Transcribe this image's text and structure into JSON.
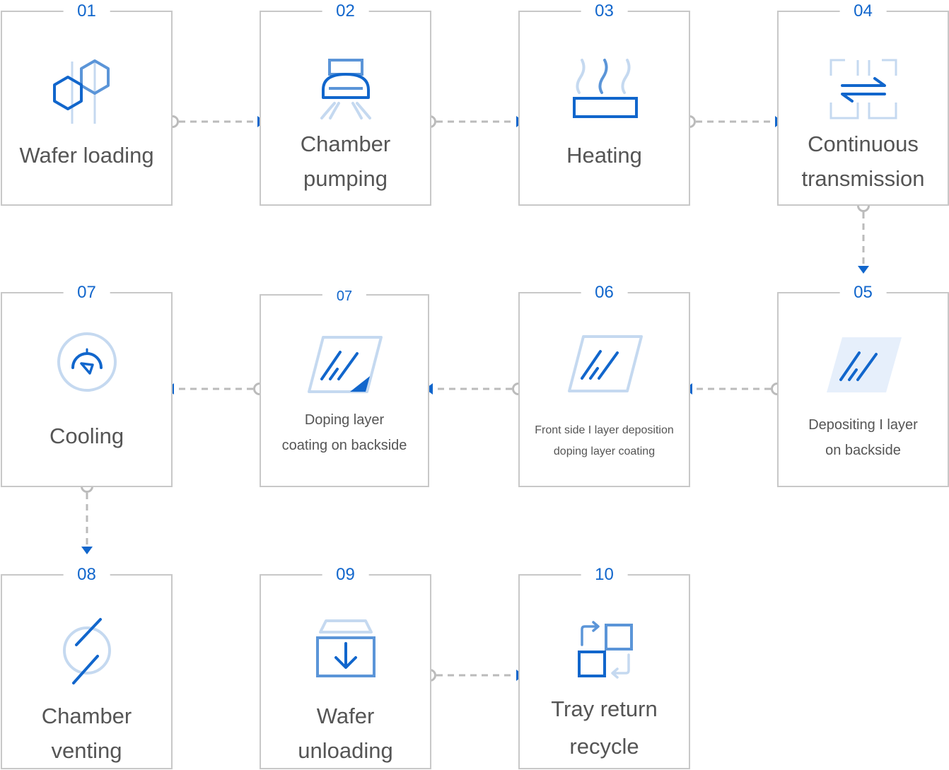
{
  "colors": {
    "blue": "#1166cc",
    "mid_blue": "#5b95d8",
    "light_blue": "#c5d9f0",
    "border": "#c8c8c8",
    "connector": "#bbbbbb",
    "text": "#555555"
  },
  "steps": [
    {
      "number": "01",
      "lines": [
        "Wafer loading"
      ],
      "icon": "hexagon-molecule-icon"
    },
    {
      "number": "02",
      "lines": [
        "Chamber",
        "pumping"
      ],
      "icon": "vacuum-hood-icon"
    },
    {
      "number": "03",
      "lines": [
        "Heating"
      ],
      "icon": "heating-plate-icon"
    },
    {
      "number": "04",
      "lines": [
        "Continuous",
        "transmission"
      ],
      "icon": "transfer-arrows-icon"
    },
    {
      "number": "05",
      "lines": [
        "Depositing I layer",
        "on backside"
      ],
      "icon": "glass-panel-filled-icon"
    },
    {
      "number": "06",
      "lines": [
        "Front side I layer deposition",
        "doping layer coating"
      ],
      "icon": "glass-panel-icon"
    },
    {
      "number": "07",
      "lines": [
        "Doping layer",
        "coating on backside"
      ],
      "icon": "glass-panel-corner-icon"
    },
    {
      "number": "07",
      "lines": [
        "Cooling"
      ],
      "icon": "gauge-icon"
    },
    {
      "number": "08",
      "lines": [
        "Chamber",
        "venting"
      ],
      "icon": "venting-icon"
    },
    {
      "number": "09",
      "lines": [
        "Wafer",
        "unloading"
      ],
      "icon": "unload-box-icon"
    },
    {
      "number": "10",
      "lines": [
        "Tray return",
        "recycle"
      ],
      "icon": "recycle-squares-icon"
    }
  ]
}
